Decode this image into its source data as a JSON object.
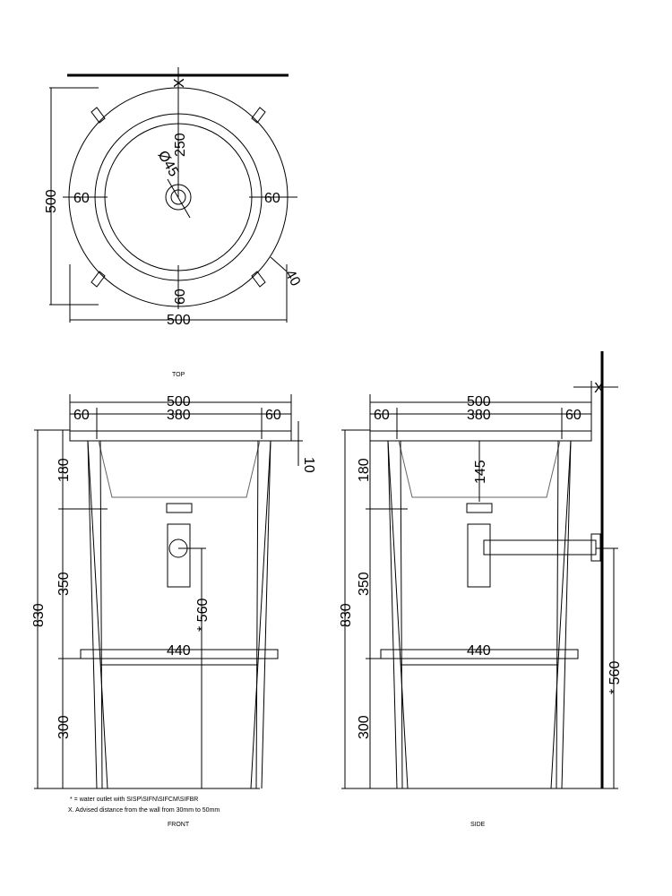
{
  "views": {
    "top": {
      "label": "TOP",
      "dims": {
        "width": "500",
        "depth": "500",
        "rim_left": "60",
        "rim_right": "60",
        "rim_bottom": "60",
        "center": "250",
        "drain_diameter": "Ø45",
        "leg": "40",
        "wall_gap": "X"
      }
    },
    "front": {
      "label": "FRONT",
      "dims": {
        "total_width": "500",
        "rim_left": "60",
        "basin_width": "380",
        "rim_right": "60",
        "top_thickness": "10",
        "total_height": "830",
        "upper": "180",
        "middle": "350",
        "lower": "300",
        "shelf_width": "440",
        "outlet_height": "* 560"
      }
    },
    "side": {
      "label": "SIDE",
      "dims": {
        "total_width": "500",
        "rim_left": "60",
        "basin_width": "380",
        "rim_right": "60",
        "wall_gap": "X",
        "basin_depth": "145",
        "total_height": "830",
        "upper": "180",
        "middle": "350",
        "lower": "300",
        "shelf_width": "440",
        "outlet_height": "* 560"
      }
    }
  },
  "notes": [
    "* = water outlet with SISP\\SIFN\\SIFCM\\SIFBR",
    "X. Advised distance from the wall from 30mm to 50mm"
  ]
}
